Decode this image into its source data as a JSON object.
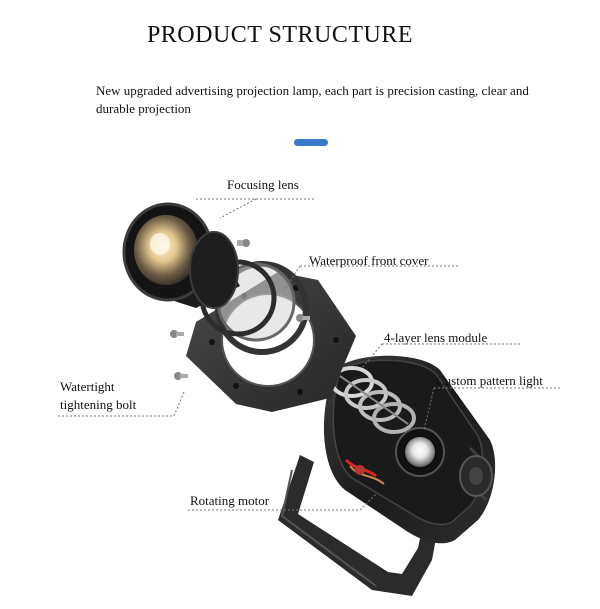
{
  "header": {
    "title": "PRODUCT STRUCTURE",
    "subtitle": "New upgraded advertising projection lamp, each part is precision casting, clear and durable projection"
  },
  "colors": {
    "accent": "#3a78c9",
    "body_dark": "#1e1e1e",
    "leader_line": "#777777"
  },
  "labels": {
    "focusing_lens": "Focusing lens",
    "waterproof_front_cover": "Waterproof front cover",
    "lens_module": "4-layer lens module",
    "custom_pattern_light": "Custom pattern light",
    "tightening_bolt_line1": "Watertight",
    "tightening_bolt_line2": "tightening bolt",
    "rotating_motor": "Rotating motor"
  }
}
